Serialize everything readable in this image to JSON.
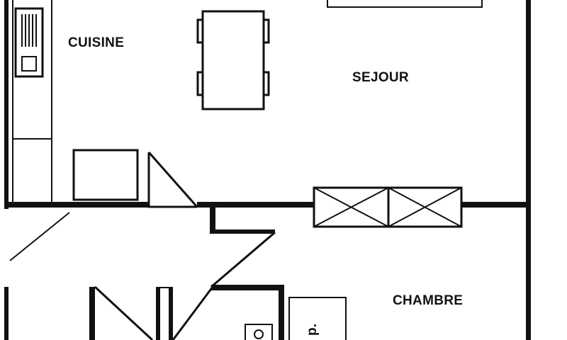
{
  "plan": {
    "rooms": [
      {
        "id": "cuisine",
        "label": "CUISINE"
      },
      {
        "id": "sejour",
        "label": "SEJOUR"
      },
      {
        "id": "chambre",
        "label": "CHAMBRE"
      }
    ],
    "fixture_text": "p.",
    "colors": {
      "wall": "#111111",
      "background": "#ffffff"
    }
  }
}
